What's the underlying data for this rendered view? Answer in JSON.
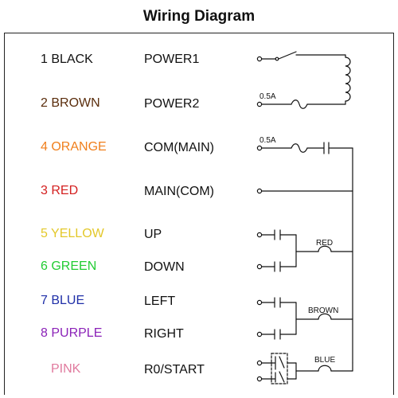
{
  "title": "Wiring Diagram",
  "rows": [
    {
      "wire": "1 BLACK",
      "color": "#111111",
      "function": "POWER1"
    },
    {
      "wire": "2 BROWN",
      "color": "#5a2d0c",
      "function": "POWER2"
    },
    {
      "wire": "4 ORANGE",
      "color": "#f07f1c",
      "function": "COM(MAIN)"
    },
    {
      "wire": "3 RED",
      "color": "#d42020",
      "function": "MAIN(COM)"
    },
    {
      "wire": "5 YELLOW",
      "color": "#e3c82a",
      "function": "UP"
    },
    {
      "wire": "6 GREEN",
      "color": "#22cc33",
      "function": "DOWN"
    },
    {
      "wire": "7 BLUE",
      "color": "#1f2fa8",
      "function": "LEFT"
    },
    {
      "wire": "8 PURPLE",
      "color": "#8b22b8",
      "function": "RIGHT"
    },
    {
      "wire": "PINK",
      "color": "#e07a9e",
      "function": "R0/START"
    }
  ],
  "schematic": {
    "fuse_label_1": "0.5A",
    "fuse_label_2": "0.5A",
    "coil_label_1": "RED",
    "coil_label_2": "BROWN",
    "coil_label_3": "BLUE"
  }
}
